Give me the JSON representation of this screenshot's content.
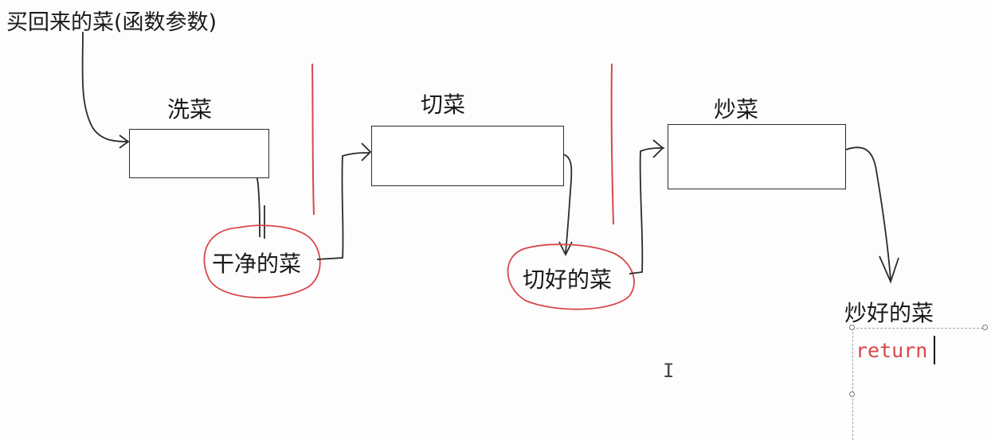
{
  "title": "买回来的菜(函数参数)",
  "steps": [
    {
      "name": "洗菜",
      "output": "干净的菜"
    },
    {
      "name": "切菜",
      "output": "切好的菜"
    },
    {
      "name": "炒菜",
      "output": "炒好的菜"
    }
  ],
  "code_text": "return",
  "colors": {
    "ink": "#2b2b2b",
    "red_ink": "#d9464b",
    "dashed_frame": "#9aa0a6"
  }
}
